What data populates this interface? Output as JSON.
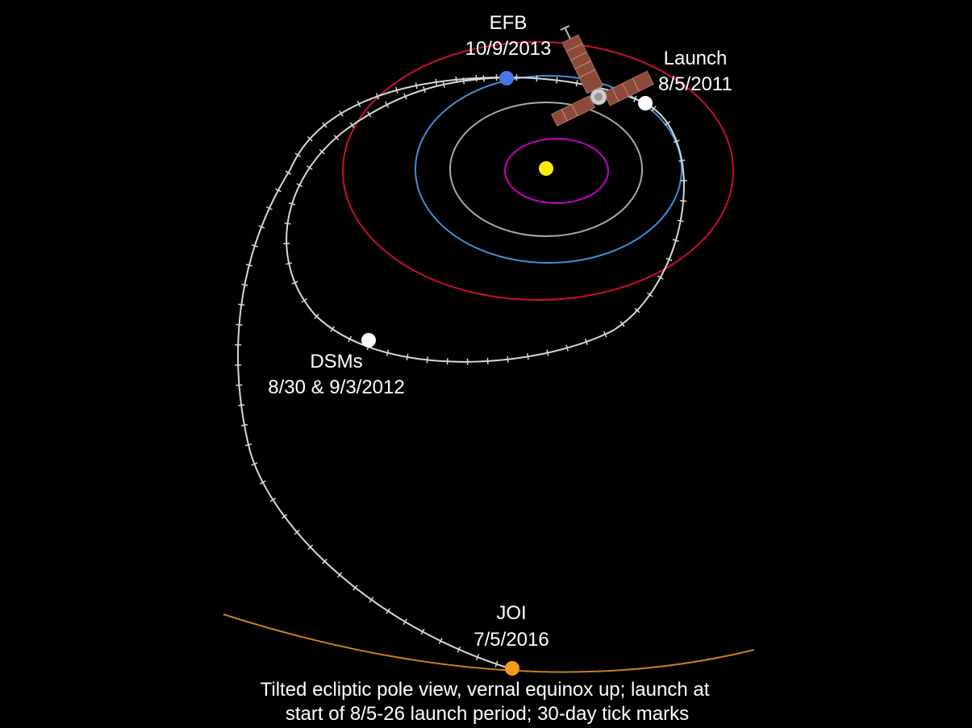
{
  "labels": {
    "efb": {
      "name": "EFB",
      "date": "10/9/2013"
    },
    "launch": {
      "name": "Launch",
      "date": "8/5/2011"
    },
    "dsm": {
      "name": "DSMs",
      "date": "8/30 & 9/3/2012"
    },
    "joi": {
      "name": "JOI",
      "date": "7/5/2016"
    }
  },
  "caption": {
    "line1": "Tilted ecliptic pole view, vernal equinox up; launch at",
    "line2": "start of 8/5-26 launch period; 30-day tick marks"
  },
  "colors": {
    "background": "#000000",
    "sun": "#ffee00",
    "venus_orbit": "#c800c8",
    "inner_orbit": "#a8a8a8",
    "earth_orbit": "#3d8fd6",
    "mars_orbit": "#c8102e",
    "jupiter_orbit": "#c8801a",
    "trajectory": "#d8d8d8",
    "efb_marker": "#4a74e8",
    "event_marker": "#ffffff",
    "joi_marker": "#f59c1a",
    "text": "#ffffff"
  }
}
